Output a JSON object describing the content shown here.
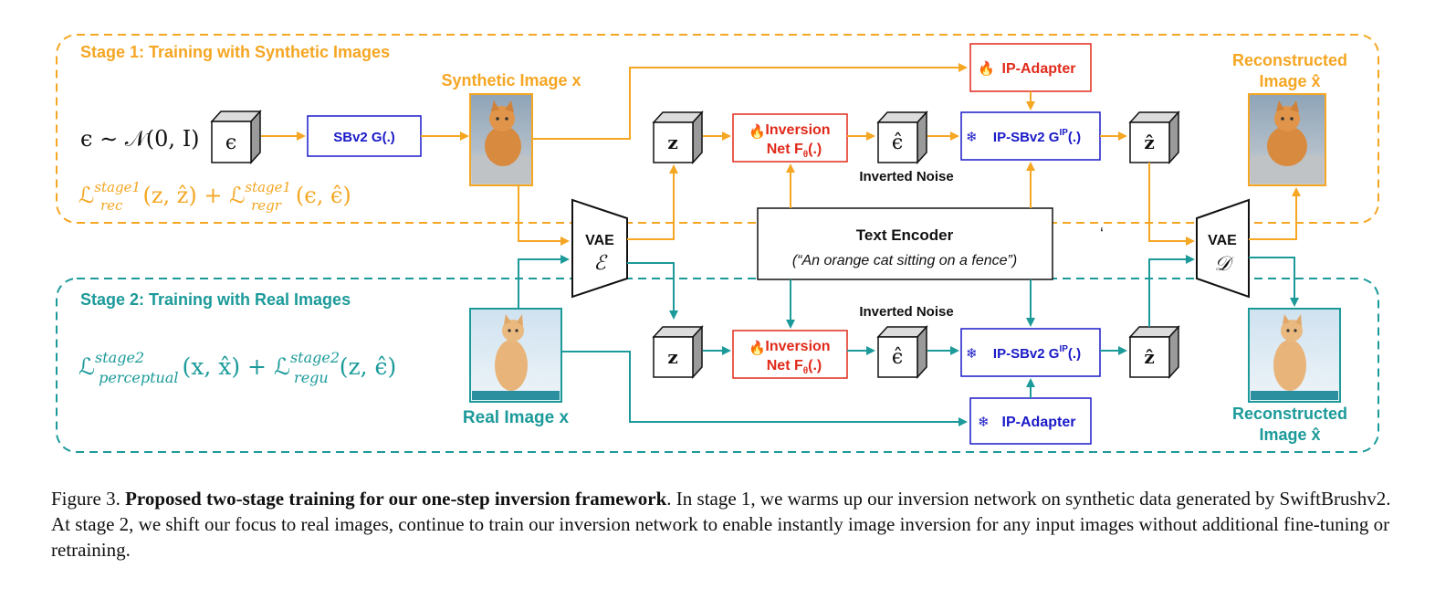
{
  "colors": {
    "stage1": "#F5A623",
    "stage2": "#1C9A9A",
    "red": "#E02A1A",
    "blue": "#1A1AC8",
    "black": "#111111"
  },
  "stage1": {
    "title": "Stage 1: Training with Synthetic Images",
    "noise_formula": "ϵ ∼ 𝒩(0, I)",
    "loss": "ℒ_rec^stage1(z, ẑ) + ℒ_regr^stage1(ϵ, ϵ̂)",
    "loss_main_1": "ℒ",
    "loss_sup_1": "stage1",
    "loss_sub_1": "rec",
    "loss_args_1": "(z, ẑ) + ℒ",
    "loss_sup_2": "stage1",
    "loss_sub_2": "regr",
    "loss_args_2": "(ϵ, ϵ̂)",
    "noise_box": "ϵ",
    "generator": "SBv2 G(.)",
    "synthetic_image": "Synthetic Image x",
    "latent": "z",
    "inversion_line1": "Inversion",
    "inversion_line2": "Net F",
    "inversion_sub": "θ",
    "inversion_tail": "(.)",
    "inverted_noise_box": "ϵ̂",
    "inverted_noise_label": "Inverted Noise",
    "ip_adapter": "IP-Adapter",
    "ip_sbv2": "IP-SBv2 G",
    "ip_sbv2_sup": "IP",
    "ip_sbv2_tail": "(.)",
    "zhat": "ẑ",
    "reconstructed_1": "Reconstructed",
    "reconstructed_2": "Image x̂"
  },
  "shared": {
    "vae_label": "VAE",
    "encoder_symbol": "ℰ",
    "decoder_symbol": "𝒟",
    "text_encoder_title": "Text Encoder",
    "prompt": "(“An orange cat sitting on a fence”)",
    "stray_mark": "‘"
  },
  "stage2": {
    "title": "Stage 2: Training with Real Images",
    "loss_main_1": "ℒ",
    "loss_sup_1": "stage2",
    "loss_sub_1": "perceptual",
    "loss_args_1": "(x, x̂) + ℒ",
    "loss_sup_2": "stage2",
    "loss_sub_2": "regu",
    "loss_args_2": "(z, ϵ̂)",
    "real_image": "Real Image x",
    "latent": "z",
    "inversion_line1": "Inversion",
    "inversion_line2": "Net F",
    "inversion_sub": "θ",
    "inversion_tail": "(.)",
    "inverted_noise_box": "ϵ̂",
    "inverted_noise_label": "Inverted Noise",
    "ip_adapter": "IP-Adapter",
    "ip_sbv2": "IP-SBv2 G",
    "ip_sbv2_sup": "IP",
    "ip_sbv2_tail": "(.)",
    "zhat": "ẑ",
    "reconstructed_1": "Reconstructed",
    "reconstructed_2": "Image x̂"
  },
  "icons": {
    "fire": "fire-icon",
    "snowflake": "snowflake-icon"
  },
  "caption": {
    "label": "Figure 3.",
    "bold": "Proposed two-stage training for our one-step inversion framework",
    "text": ". In stage 1, we warms up our inversion network on synthetic data generated by SwiftBrushv2. At stage 2, we shift our focus to real images, continue to train our inversion network to enable instantly image inversion for any input images without additional fine-tuning or retraining."
  }
}
